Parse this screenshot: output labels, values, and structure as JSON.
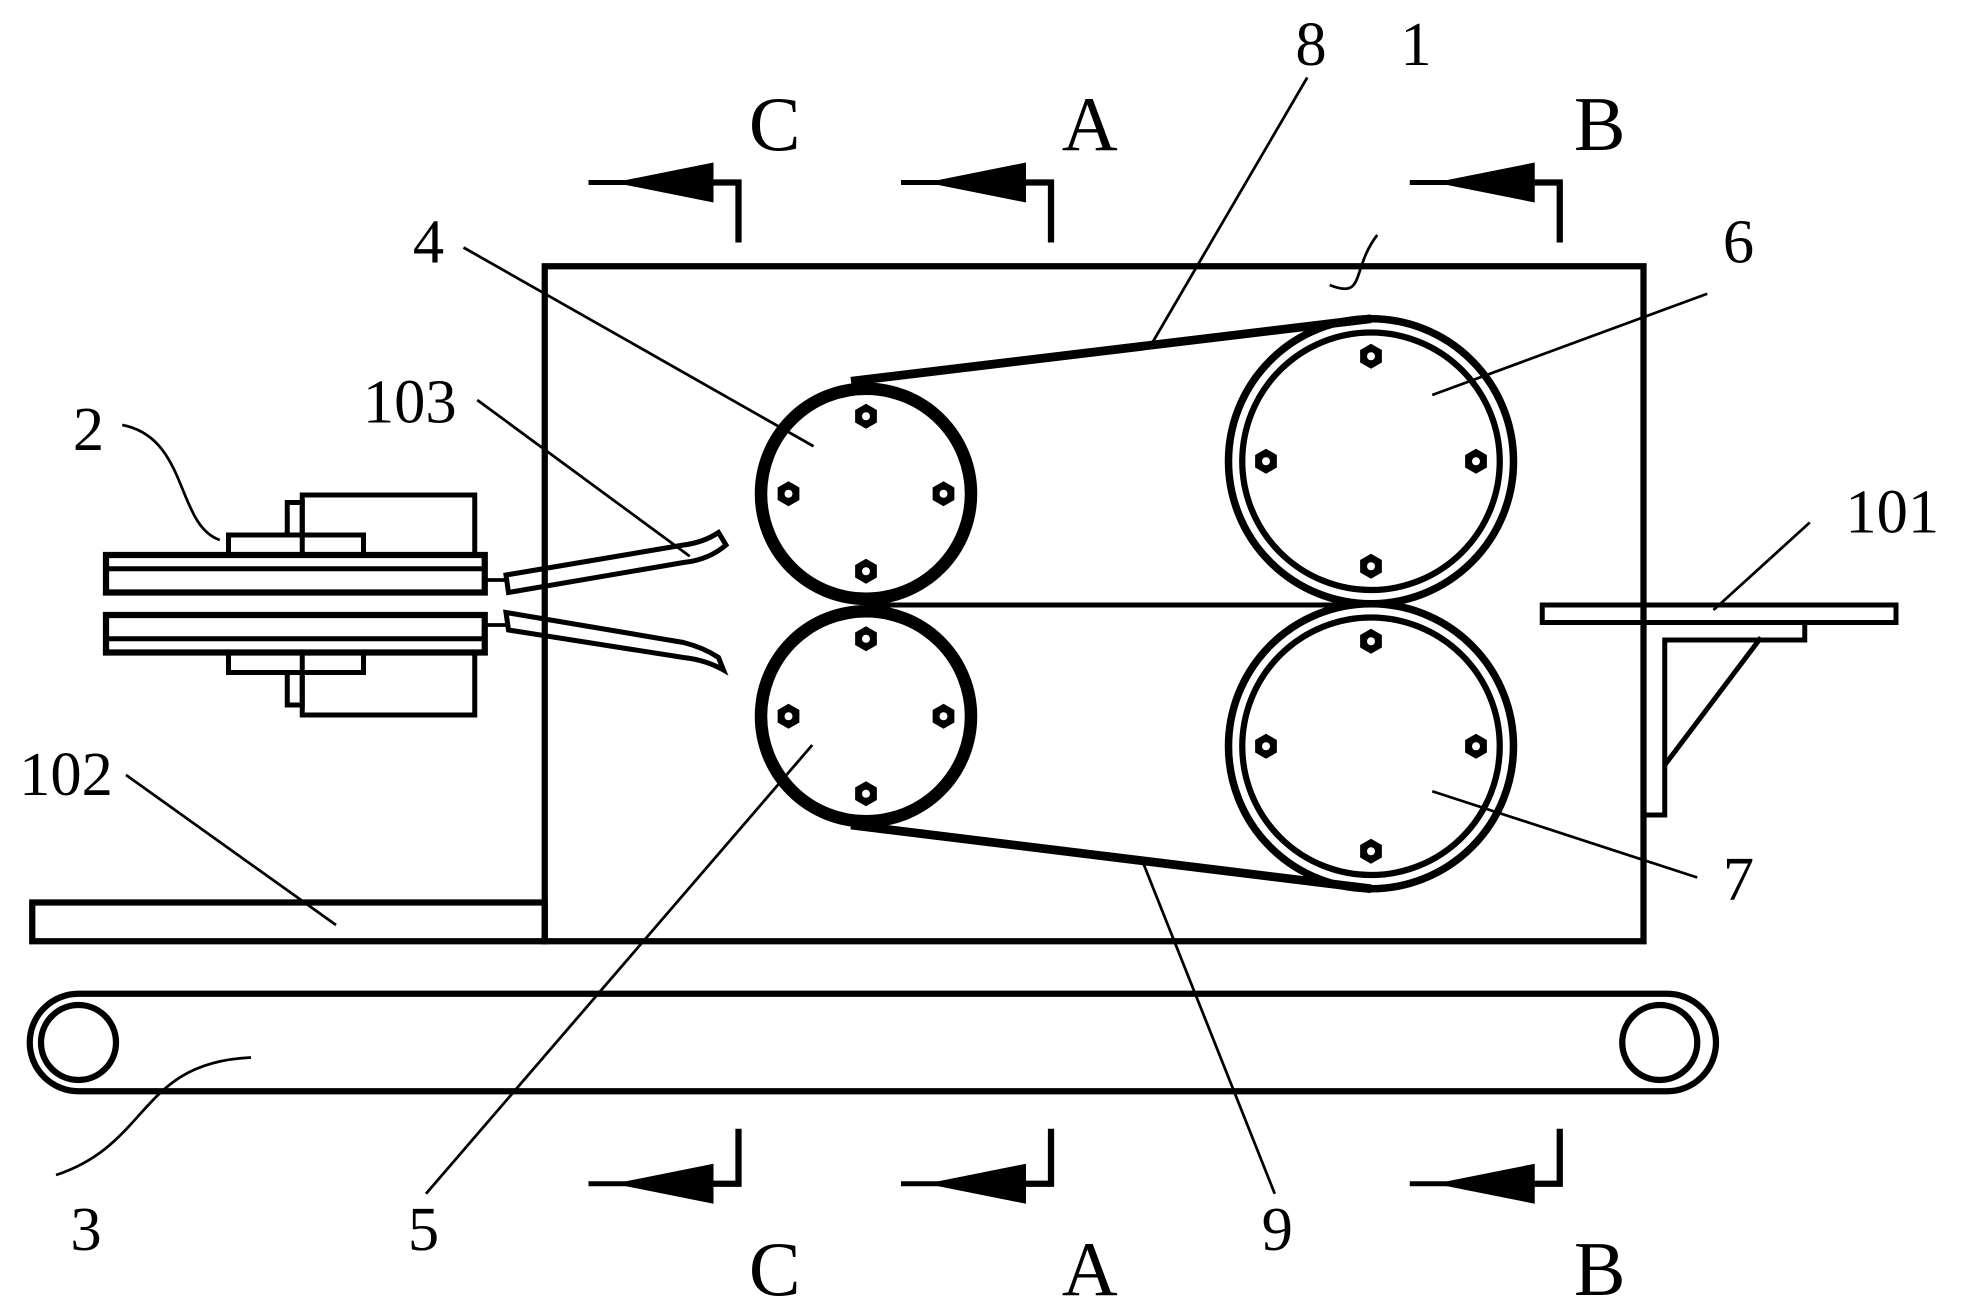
{
  "figure": {
    "type": "patent mechanical drawing (front view)",
    "stroke_color": "#000000",
    "background_color": "#ffffff"
  },
  "section_markers": {
    "top": [
      {
        "letter": "C"
      },
      {
        "letter": "A"
      },
      {
        "letter": "B"
      }
    ],
    "bottom": [
      {
        "letter": "C"
      },
      {
        "letter": "A"
      },
      {
        "letter": "B"
      }
    ]
  },
  "callouts": [
    {
      "id": "1",
      "part": "frame / housing"
    },
    {
      "id": "2",
      "part": "drive unit"
    },
    {
      "id": "3",
      "part": "conveyor belt"
    },
    {
      "id": "4",
      "part": "upper small roller"
    },
    {
      "id": "5",
      "part": "lower small roller"
    },
    {
      "id": "6",
      "part": "upper large roller"
    },
    {
      "id": "7",
      "part": "lower large roller"
    },
    {
      "id": "8",
      "part": "upper belt"
    },
    {
      "id": "9",
      "part": "lower belt"
    },
    {
      "id": "101",
      "part": "right side bracket plate"
    },
    {
      "id": "102",
      "part": "base plate"
    },
    {
      "id": "103",
      "part": "guide nozzle"
    }
  ]
}
